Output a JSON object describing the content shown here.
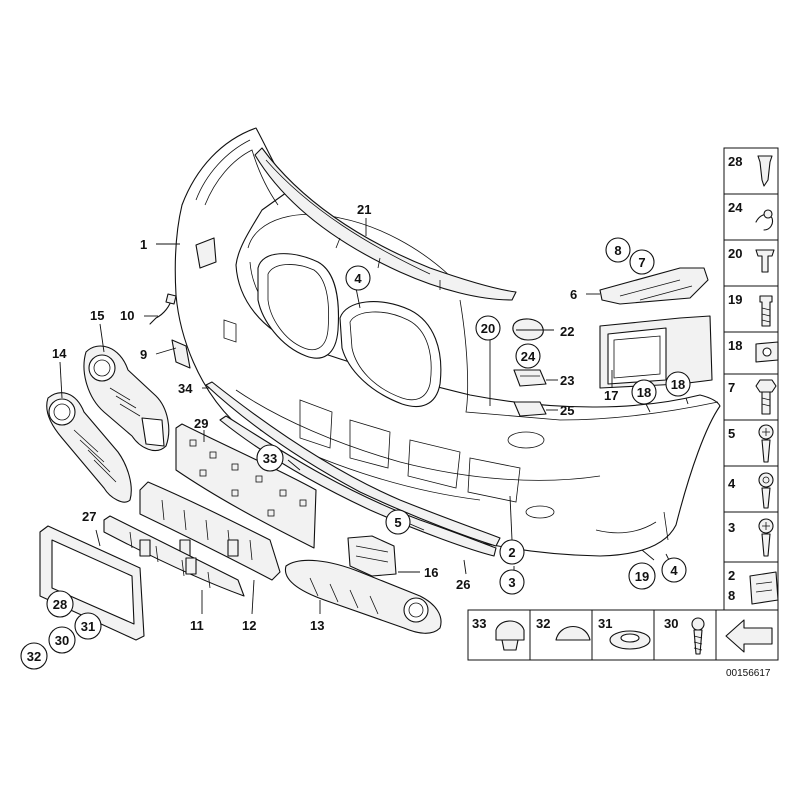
{
  "diagram": {
    "labels": {
      "p1": "1",
      "p2": "2",
      "p3": "3",
      "p4a": "4",
      "p4b": "4",
      "p5": "5",
      "p6": "6",
      "p7": "7",
      "p8": "8",
      "p9": "9",
      "p10": "10",
      "p11": "11",
      "p12": "12",
      "p13": "13",
      "p14": "14",
      "p15": "15",
      "p16": "16",
      "p17": "17",
      "p18a": "18",
      "p18b": "18",
      "p19": "19",
      "p20": "20",
      "p21": "21",
      "p22": "22",
      "p23": "23",
      "p24": "24",
      "p25": "25",
      "p26": "26",
      "p27": "27",
      "p28": "28",
      "p29": "29",
      "p30": "30",
      "p31": "31",
      "p32": "32",
      "p33": "33",
      "p34": "34"
    },
    "side_panel": [
      "28",
      "24",
      "20",
      "19",
      "18",
      "7",
      "5",
      "4",
      "3",
      "2",
      "8"
    ],
    "bottom_row": [
      "33",
      "32",
      "31",
      "30"
    ],
    "diagram_code": "00156617"
  }
}
